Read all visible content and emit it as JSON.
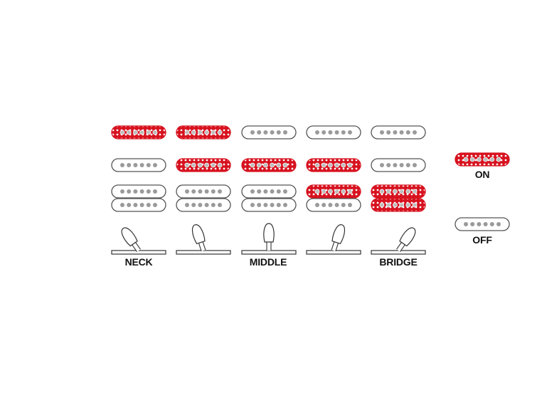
{
  "colors": {
    "on_fill": "#d7121f",
    "off_fill": "#ffffff",
    "outline": "#555555",
    "pole": "#9a9a9a",
    "ink": "#111111"
  },
  "positions": [
    {
      "id": "p1",
      "label": "NECK",
      "lever": "left",
      "neck": "on",
      "middle": "off",
      "bridge": [
        "off",
        "off"
      ]
    },
    {
      "id": "p2",
      "label": "",
      "lever": "left-center",
      "neck": "on",
      "middle": "on",
      "bridge": [
        "off",
        "off"
      ]
    },
    {
      "id": "p3",
      "label": "MIDDLE",
      "lever": "center",
      "neck": "off",
      "middle": "on",
      "bridge": [
        "off",
        "off"
      ]
    },
    {
      "id": "p4",
      "label": "",
      "lever": "right-center",
      "neck": "off",
      "middle": "on",
      "bridge": [
        "on",
        "off"
      ]
    },
    {
      "id": "p5",
      "label": "BRIDGE",
      "lever": "right",
      "neck": "off",
      "middle": "off",
      "bridge": [
        "on",
        "on"
      ]
    }
  ],
  "legend": {
    "on_label": "ON",
    "off_label": "OFF"
  }
}
